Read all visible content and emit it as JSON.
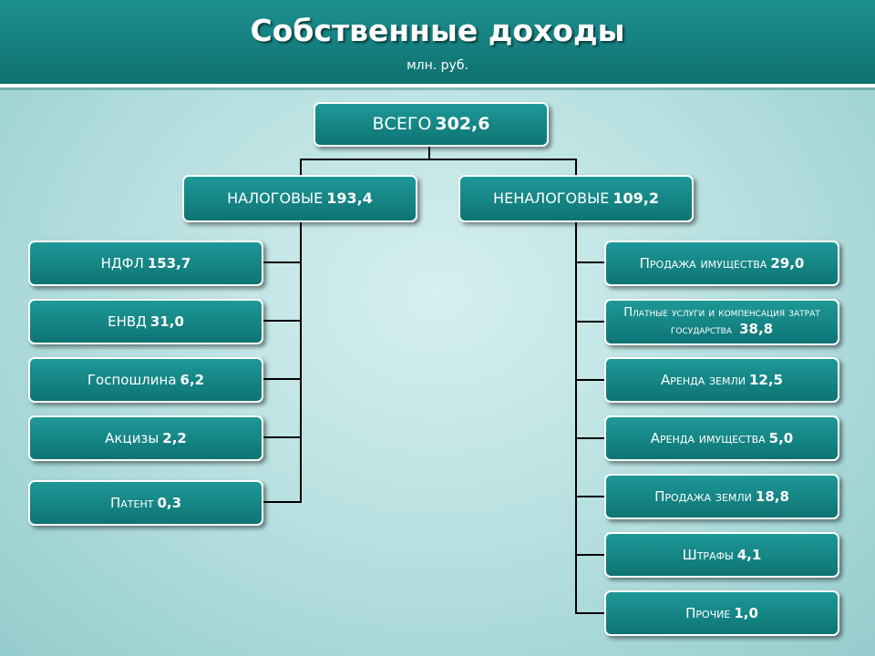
{
  "header": {
    "title": "Собственные доходы",
    "subtitle": "млн. руб."
  },
  "total": {
    "label": "ВСЕГО",
    "value": "302,6"
  },
  "tax": {
    "label": "НАЛОГОВЫЕ",
    "value": "193,4",
    "items": [
      {
        "label": "НДФЛ",
        "value": "153,7"
      },
      {
        "label": "ЕНВД",
        "value": "31,0"
      },
      {
        "label": "Госпошлина",
        "value": "6,2"
      },
      {
        "label": "Акцизы",
        "value": "2,2"
      },
      {
        "label": "Патент",
        "value": "0,3"
      }
    ]
  },
  "nontax": {
    "label": "НЕНАЛОГОВЫЕ",
    "value": "109,2",
    "items": [
      {
        "label": "Продажа имущества",
        "value": "29,0"
      },
      {
        "label": "Платные услуги и компенсация затрат государства",
        "value": "38,8"
      },
      {
        "label": "Аренда земли",
        "value": "12,5"
      },
      {
        "label": "Аренда имущества",
        "value": "5,0"
      },
      {
        "label": "Продажа земли",
        "value": "18,8"
      },
      {
        "label": "Штрафы",
        "value": "4,1"
      },
      {
        "label": "Прочие",
        "value": "1,0"
      }
    ]
  }
}
